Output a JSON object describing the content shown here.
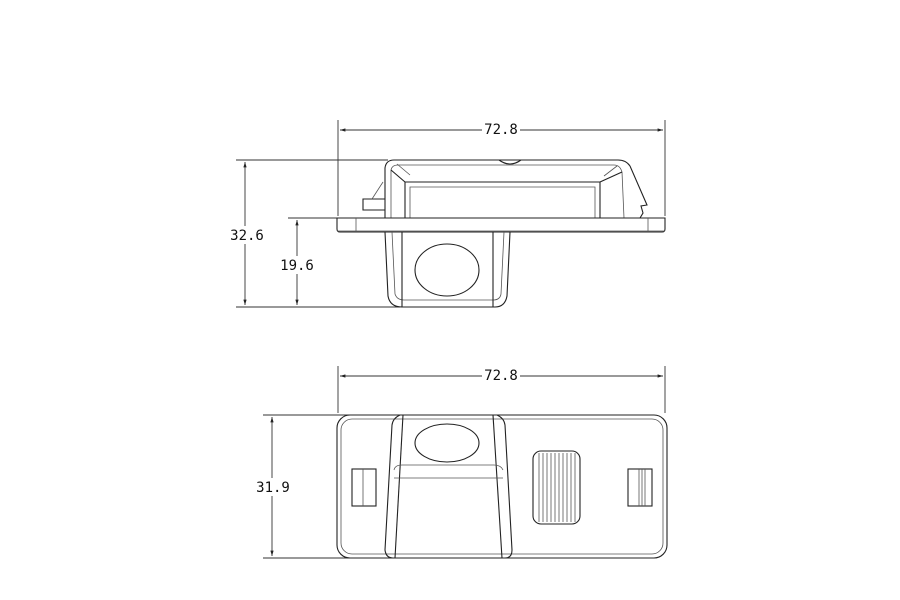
{
  "side_view": {
    "width_label": "72.8",
    "total_height_label": "32.6",
    "camera_height_label": "19.6"
  },
  "front_view": {
    "width_label": "72.8",
    "height_label": "31.9"
  }
}
